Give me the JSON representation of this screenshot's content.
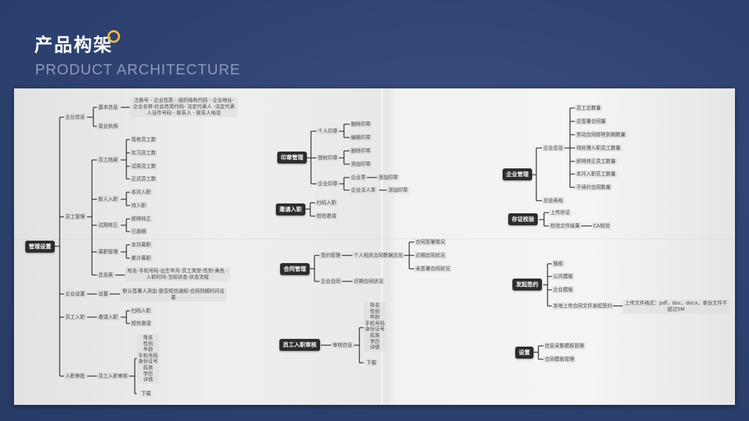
{
  "header": {
    "title": "产品构架",
    "subtitle": "PRODUCT ARCHITECTURE"
  },
  "left": {
    "root": "管理设置",
    "company_info": {
      "label": "企业信息",
      "basic": "基本信息",
      "basic_detail": "注册号 - 企业性质 - 组织结构代码 - 企业地址-企业名称-社会信用代码- 法定代表人 -法定代表人证件号码 - 联系人 - 联系人电话",
      "license": "营业执照"
    },
    "staff": {
      "label": "员工管理",
      "files": {
        "label": "员工档案",
        "items": [
          "现有员工数",
          "实习员工数",
          "试用员工数",
          "正式员工数"
        ]
      },
      "onboard": {
        "label": "新人入职",
        "items": [
          "本月入职",
          "待入职"
        ]
      },
      "probation": {
        "label": "试用转正",
        "items": [
          "即将转正",
          "已逾期"
        ]
      },
      "leave": {
        "label": "离职管理",
        "items": [
          "本月离职",
          "累计离职"
        ]
      },
      "overview": {
        "label": "总览表",
        "detail": "姓名-手机号码-出生年月-员工类型-性别-角色 - 入职时间-当前状态-状态流程"
      }
    },
    "company_settings": {
      "label": "企业设置",
      "settings": "设置",
      "detail": "默认签署人添加-是否短信通知-合同到期时间设置"
    },
    "staff_entry": {
      "label": "员工入职",
      "invite": "邀请入职",
      "items": [
        "扫码入职",
        "短信邀请"
      ]
    },
    "entry_approval": {
      "label": "入职审批",
      "review": "员工入职审核",
      "fields": [
        "姓名",
        "性别",
        "年龄",
        "手机号码",
        "身份证号",
        "民族",
        "学历",
        "详情"
      ],
      "download": "下载"
    }
  },
  "middle": {
    "seal": {
      "label": "印章管理",
      "personal": "个人印章",
      "personal_items": [
        "删除印章",
        "编辑印章"
      ],
      "auth": "授权印章",
      "auth_items": [
        "删除印章",
        "添加印章"
      ],
      "company": "企业印章",
      "company_seal": "企业章",
      "company_seal_add": "添加印章",
      "legal_seal": "企业法人章",
      "legal_seal_add": "添加印章"
    },
    "invite": {
      "label": "邀请入职",
      "items": [
        "扫码入职",
        "短信邀请"
      ]
    },
    "contract": {
      "label": "合同管理",
      "sign": "签约管理",
      "personal_overview": "个人相关合同数据总览",
      "overview_items": [
        "合同签署情况",
        "近期合同状况",
        "未签署合同状况"
      ],
      "company": "企业合同",
      "company_status": "近期合同状况"
    },
    "review": {
      "label": "员工入职审核",
      "info": "审核信息",
      "fields": [
        "姓名",
        "性别",
        "年龄",
        "手机号码",
        "身份证号",
        "民族",
        "学历",
        "详情"
      ],
      "download": "下载"
    }
  },
  "right": {
    "enterprise": {
      "label": "企业管理",
      "overview": "企业总览",
      "items": [
        "员工总数量",
        "总签署合同量",
        "劳动合同即将到期数量",
        "待处理入职员工数量",
        "即将转正员工数量",
        "本月入职员工数量",
        "不续约合同数量"
      ],
      "table": "总览表格"
    },
    "evidence": {
      "label": "存证校验",
      "upload": "上传存证",
      "verify": "校验文件结果",
      "ca": "CA校验"
    },
    "signing": {
      "label": "发起签约",
      "items": [
        "搜索",
        "公共模版",
        "企业模版"
      ],
      "local": "本地上传合同文件发起签约",
      "local_detail": "上传文件格式：pdf、doc、docx，单份文件不超过5M"
    },
    "settings": {
      "label": "设置",
      "items": [
        "信息采集模板管理",
        "合同模板管理"
      ]
    }
  },
  "colors": {
    "background": "#2e4272",
    "accent": "#f5b83d",
    "node_dark": "#2d2d2d"
  }
}
